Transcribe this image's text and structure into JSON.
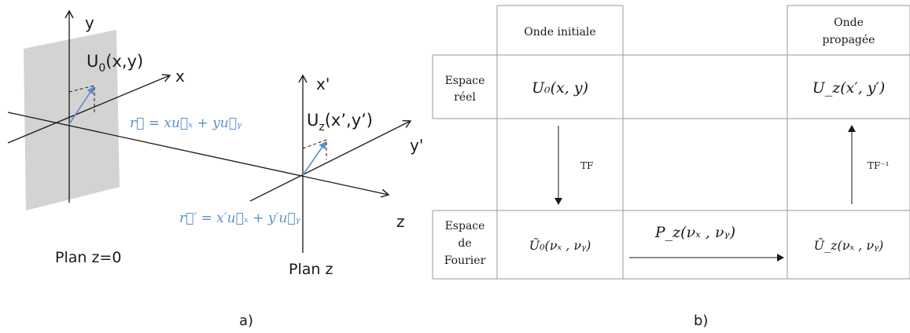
{
  "colors": {
    "line": "#1a1a1a",
    "vector": "#5b8fc9",
    "plane_fill": "#d3d3d3",
    "table_border": "#9a9a9a"
  },
  "panel_a": {
    "axis_y": "y",
    "axis_x": "x",
    "axis_z": "z",
    "axis_xp": "x'",
    "axis_yp": "y'",
    "field0_main": "U",
    "field0_sub": "0",
    "field0_args": "(x,y)",
    "fieldz_main": "U",
    "fieldz_sub": "z",
    "fieldz_args": "(x’,y’)",
    "r_vector": "r⃗ = xu⃗ₓ + yu⃗ᵧ",
    "rp_vector": "r⃗′ = x′u⃗ₓ + y′u⃗ᵧ",
    "plane0_label": "Plan z=0",
    "planez_label": "Plan z",
    "caption": "a)"
  },
  "panel_b": {
    "header_initial": "Onde initiale",
    "header_propagated_1": "Onde",
    "header_propagated_2": "propagée",
    "row_real_1": "Espace",
    "row_real_2": "réel",
    "row_fourier_1": "Espace",
    "row_fourier_2": "de",
    "row_fourier_3": "Fourier",
    "u0": "U₀(x, y)",
    "uz": "U_z(x′, y′)",
    "u0_tilde": "Ũ₀(νₓ , νᵧ)",
    "uz_tilde": "Ũ_z(νₓ , νᵧ)",
    "pz": "P_z(νₓ , νᵧ)",
    "tf": "TF",
    "tf_inv": "TF⁻¹",
    "caption": "b)"
  }
}
